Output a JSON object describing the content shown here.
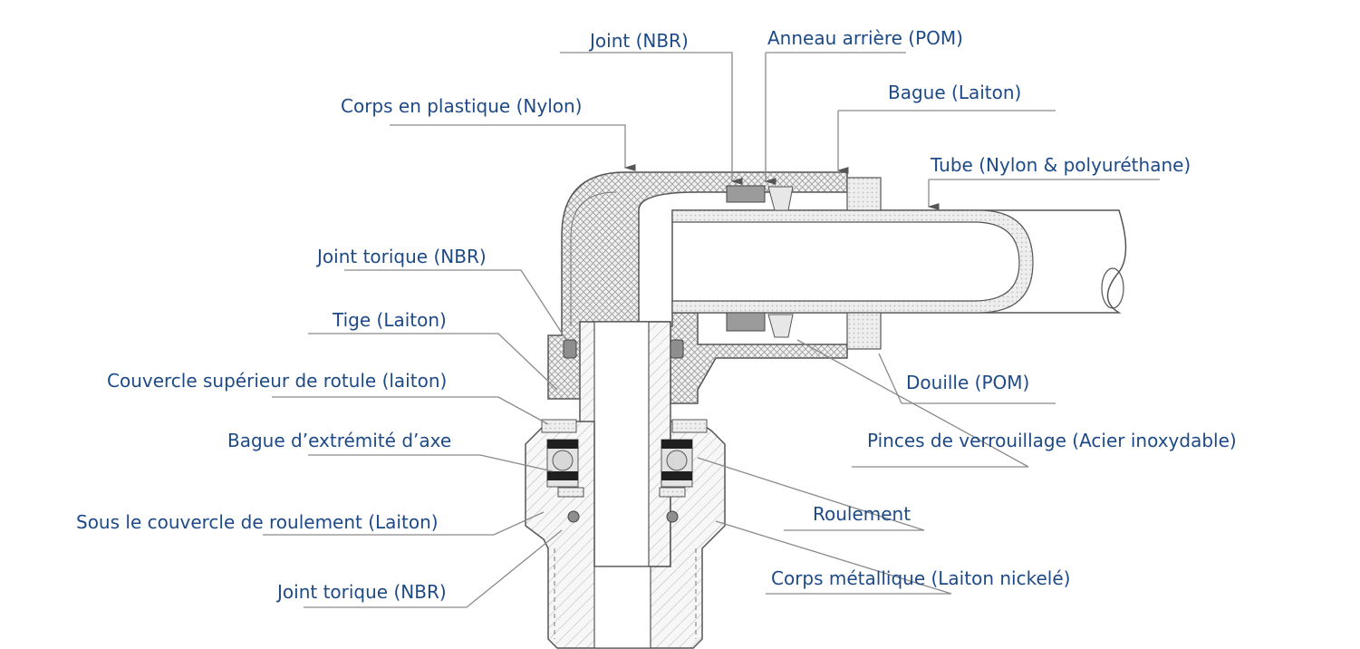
{
  "title": "Raccord coudé rotatif instantané - vue en coupe",
  "colors": {
    "label": "#1d4a86",
    "leader": "#7a7a7a",
    "outline": "#555555"
  },
  "labels": {
    "joint_nbr_top": "Joint (NBR)",
    "anneau_arriere": "Anneau arrière (POM)",
    "bague_laiton": "Bague (Laiton)",
    "corps_plastique": "Corps en plastique (Nylon)",
    "tube": "Tube  (Nylon & polyuréthane)",
    "joint_torique_top": "Joint torique (NBR)",
    "tige": "Tige (Laiton)",
    "couvercle_superieur": "Couvercle supérieur de rotule (laiton)",
    "bague_extremite": "Bague d’extrémité d’axe",
    "sous_couvercle": "Sous le couvercle de roulement (Laiton)",
    "joint_torique_bottom": "Joint torique (NBR)",
    "douille": "Douille  (POM)",
    "pinces": "Pinces de verrouillage (Acier inoxydable)",
    "roulement": "Roulement",
    "corps_metallique": "Corps métallique (Laiton nickelé)"
  }
}
